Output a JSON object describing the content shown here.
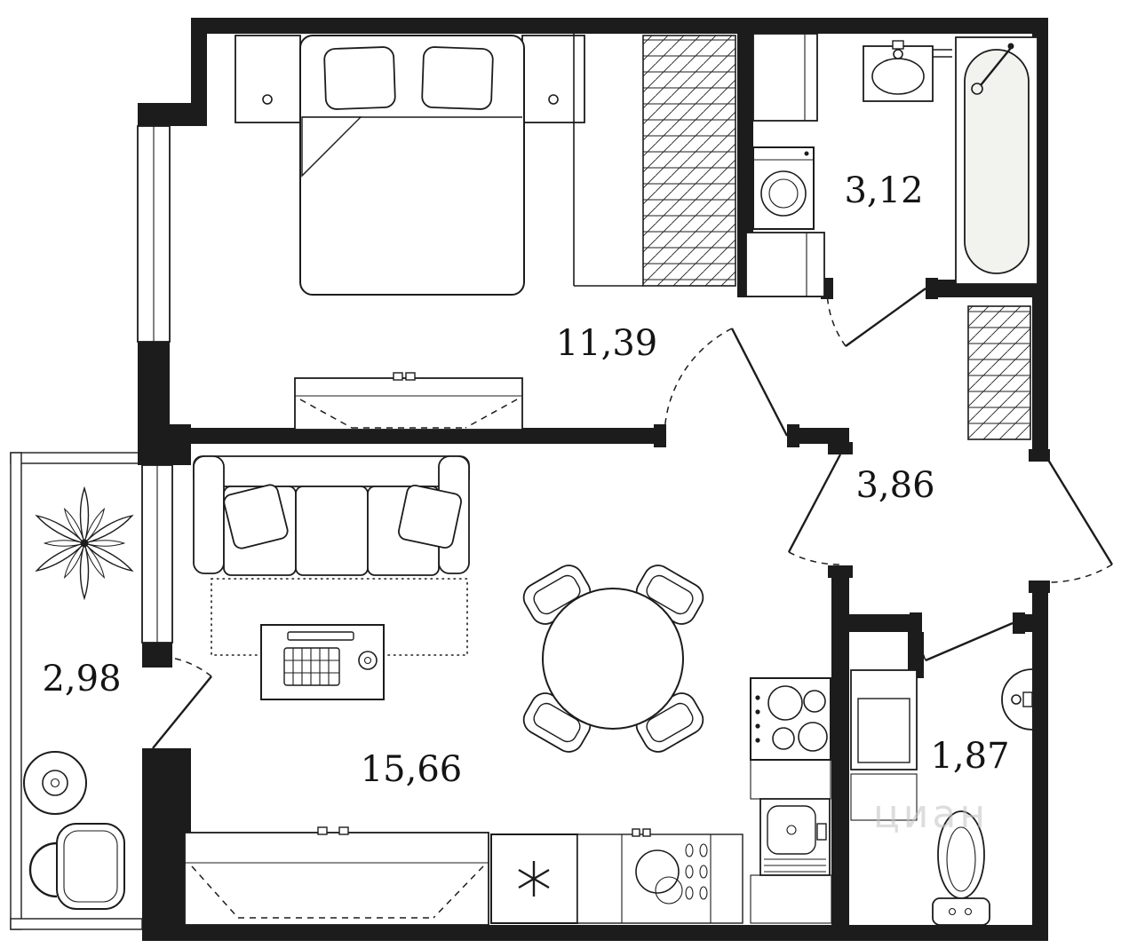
{
  "plan": {
    "type": "apartment-floor-plan",
    "rooms": {
      "bedroom": {
        "area": "11,39"
      },
      "bathroom": {
        "area": "3,12"
      },
      "hallway": {
        "area": "3,86"
      },
      "balcony": {
        "area": "2,98"
      },
      "living_kitchen": {
        "area": "15,66"
      },
      "wc": {
        "area": "1,87"
      }
    },
    "watermark": "циан",
    "colors": {
      "wall": "#1c1c1c",
      "line": "#1c1c1c",
      "background": "#ffffff",
      "bathtub_fill": "#f2f2ef"
    }
  }
}
